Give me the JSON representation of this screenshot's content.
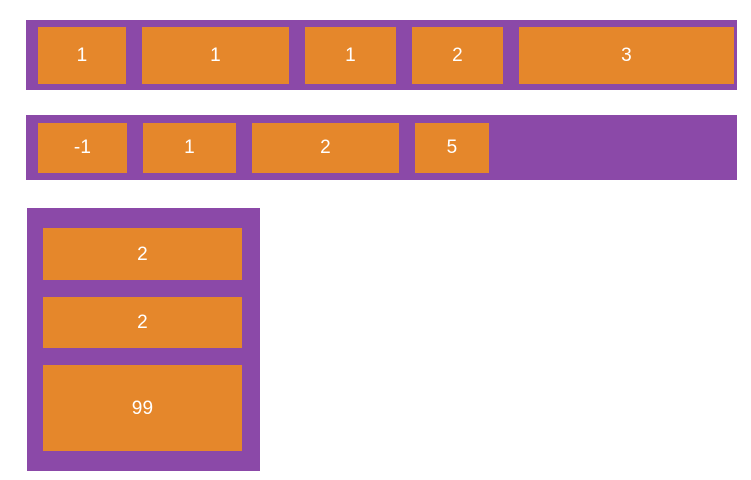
{
  "theme": {
    "page_background": "#ffffff",
    "container_color": "#8b49a8",
    "item_color": "#e5872b",
    "item_text_color": "#ffffff"
  },
  "blocks": [
    {
      "name": "row-one",
      "direction": "row",
      "items": [
        {
          "label": "1"
        },
        {
          "label": "1"
        },
        {
          "label": "1"
        },
        {
          "label": "2"
        },
        {
          "label": "3"
        }
      ]
    },
    {
      "name": "row-two",
      "direction": "row",
      "items": [
        {
          "label": "-1"
        },
        {
          "label": "1"
        },
        {
          "label": "2"
        },
        {
          "label": "5"
        }
      ]
    },
    {
      "name": "column-block",
      "direction": "column",
      "items": [
        {
          "label": "2"
        },
        {
          "label": "2"
        },
        {
          "label": "99"
        }
      ]
    }
  ]
}
